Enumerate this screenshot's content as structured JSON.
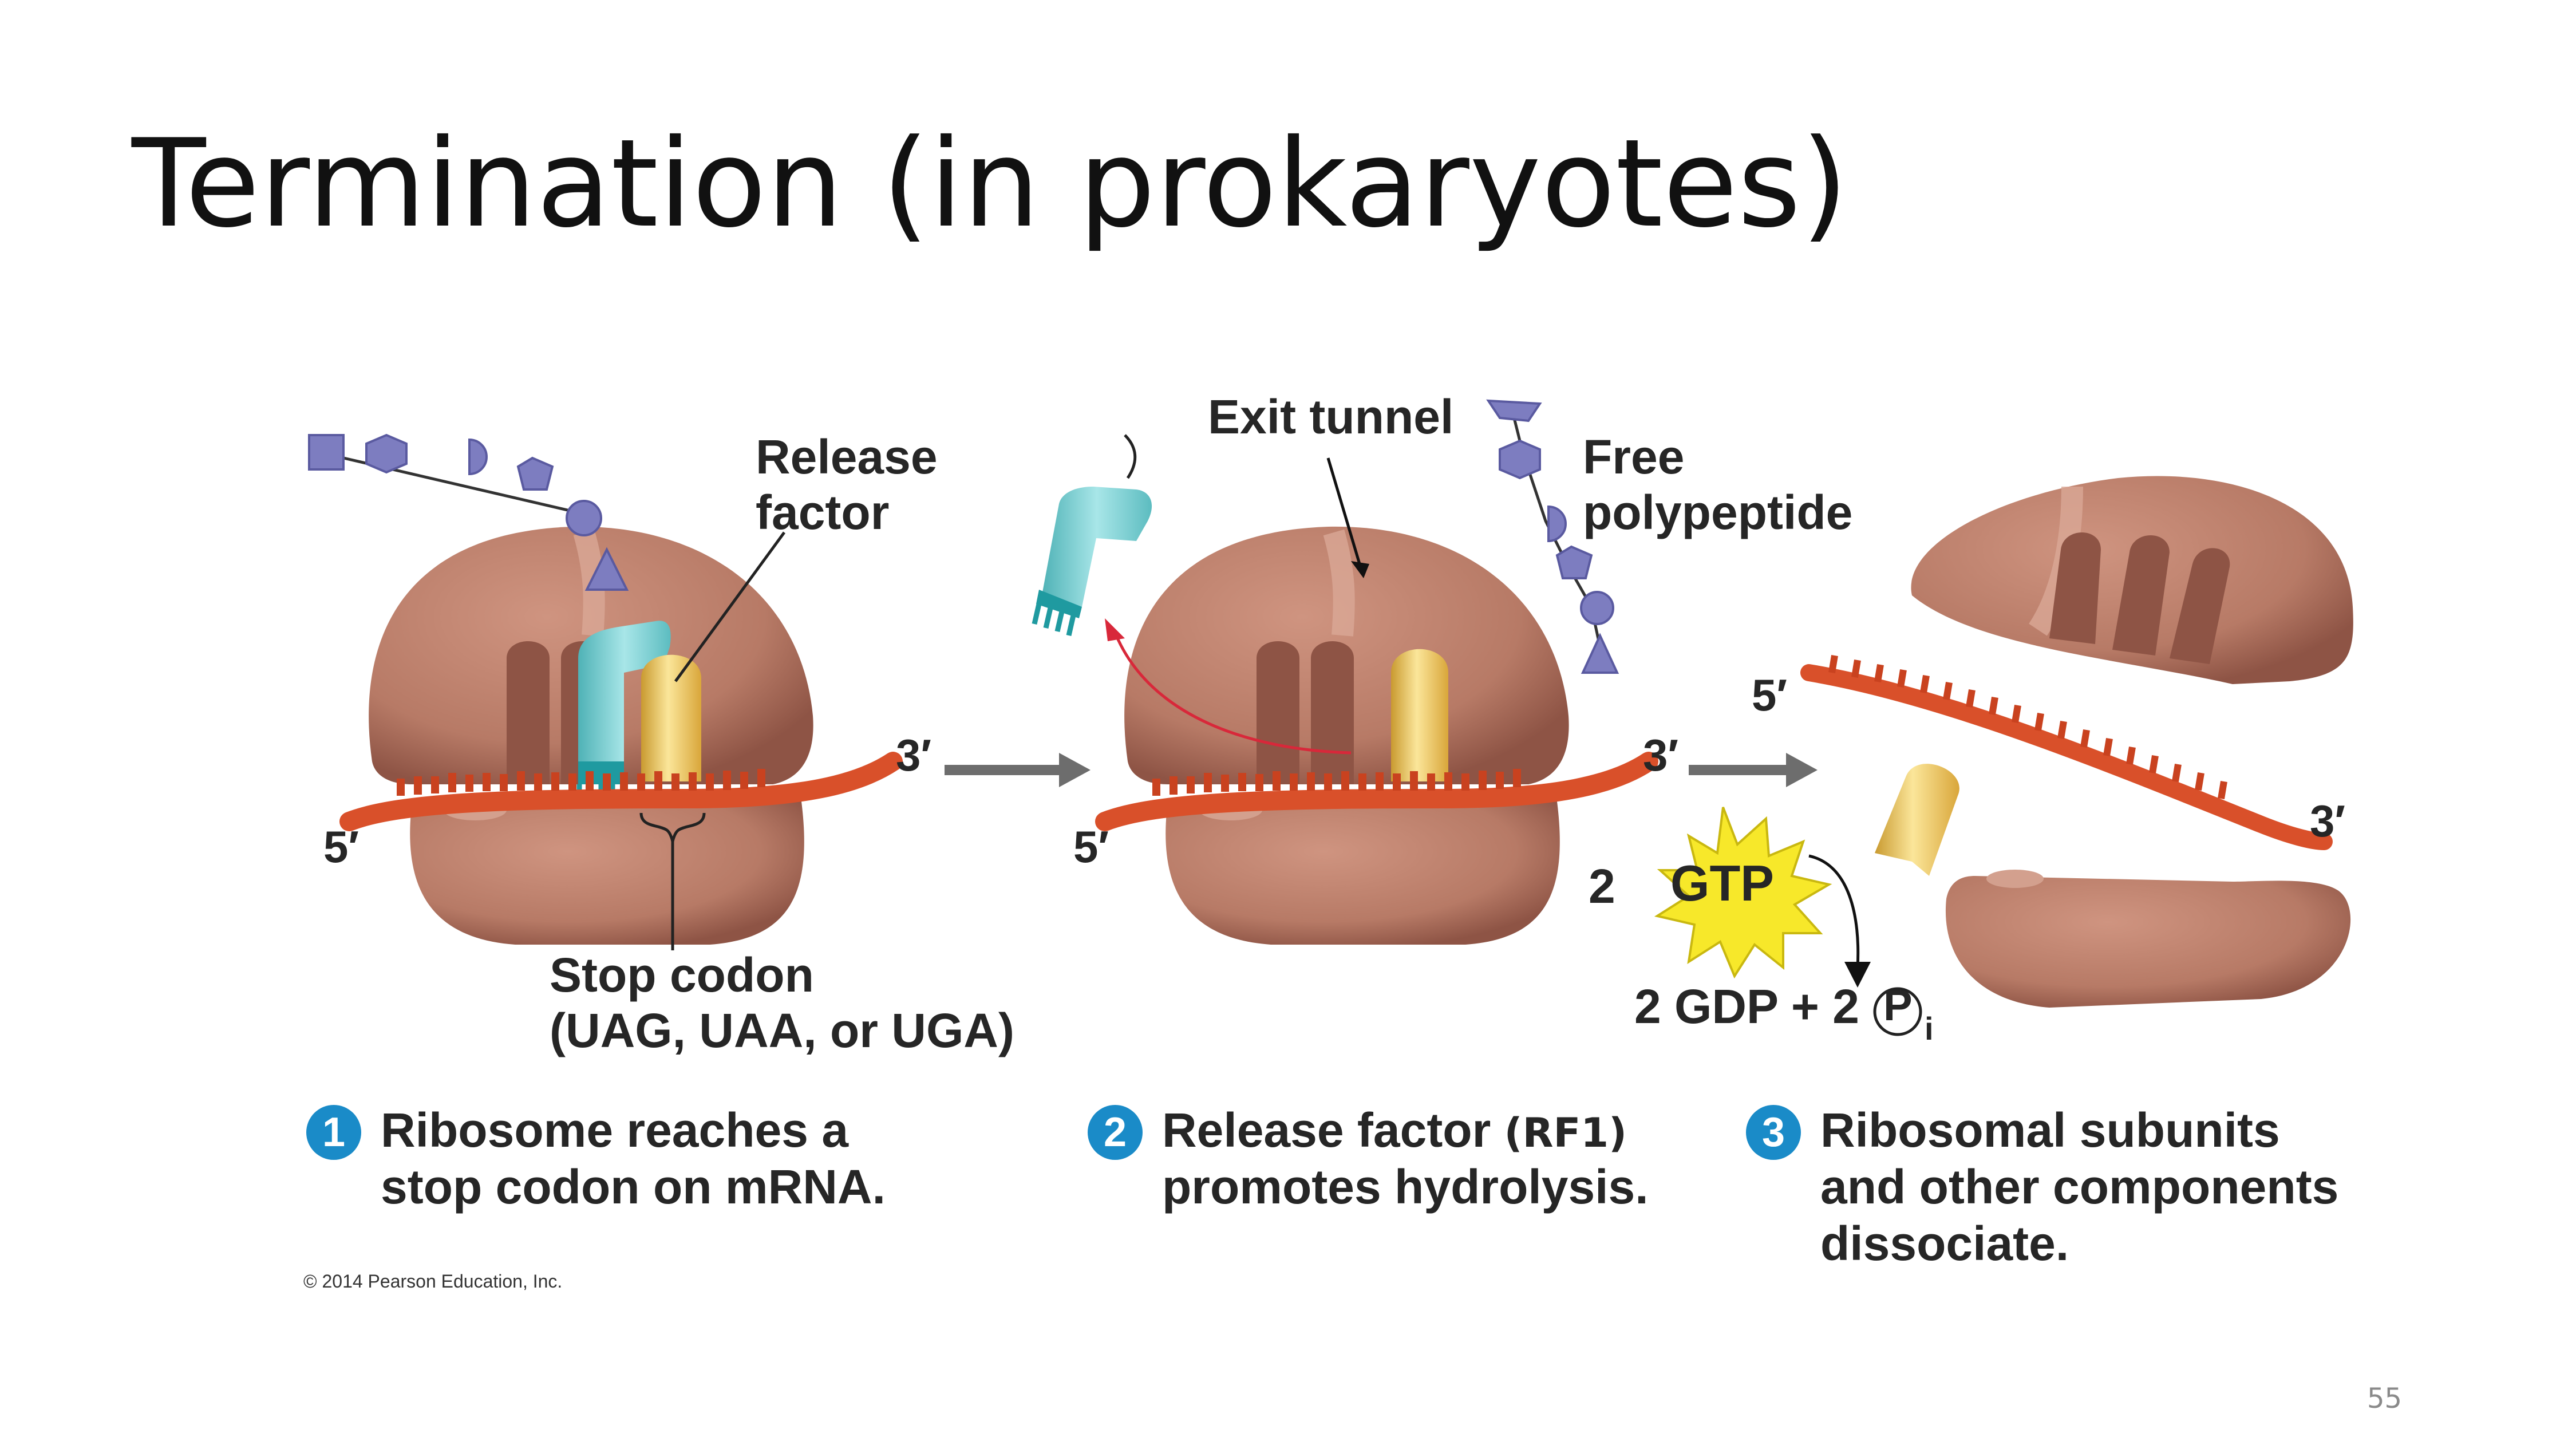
{
  "slide": {
    "title": "Termination (in prokaryotes)",
    "page_number": "55",
    "copyright": "© 2014 Pearson Education, Inc."
  },
  "panel1": {
    "release_factor_label": "Release\nfactor",
    "stop_codon_label_line1": "Stop codon",
    "stop_codon_label_line2": "(UAG, UAA, or UGA)",
    "five_prime": "5′",
    "three_prime": "3′"
  },
  "panel2": {
    "exit_tunnel_label": "Exit tunnel",
    "free_polypeptide_label_line1": "Free",
    "free_polypeptide_label_line2": "polypeptide",
    "five_prime": "5′",
    "three_prime": "3′",
    "gtp_count": "2",
    "gtp_label": "GTP",
    "gdp_label": "2 GDP + 2",
    "phosphate_symbol": "P",
    "phosphate_subscript": "i"
  },
  "panel3": {
    "five_prime": "5′",
    "three_prime": "3′"
  },
  "steps": [
    {
      "number": "1",
      "line1": "Ribosome reaches a",
      "line2": "stop codon on mRNA."
    },
    {
      "number": "2",
      "line1_bold": "Release factor ",
      "line1_rf": "(RF1)",
      "line2": "promotes hydrolysis."
    },
    {
      "number": "3",
      "line1": "Ribosomal subunits",
      "line2": "and other components",
      "line3": "dissociate."
    }
  ],
  "colors": {
    "ribosome": "#b77a66",
    "ribosome_dark": "#8e5445",
    "mrna": "#d9502a",
    "release_factor": "#7fd1d4",
    "trna_yellow": "#f2cf6a",
    "polypeptide": "#8b8bc4",
    "gtp_star": "#f7e82a",
    "step_badge": "#1a8bc8",
    "arrow_gray": "#6d6d6d",
    "arrow_red": "#d8283a"
  }
}
